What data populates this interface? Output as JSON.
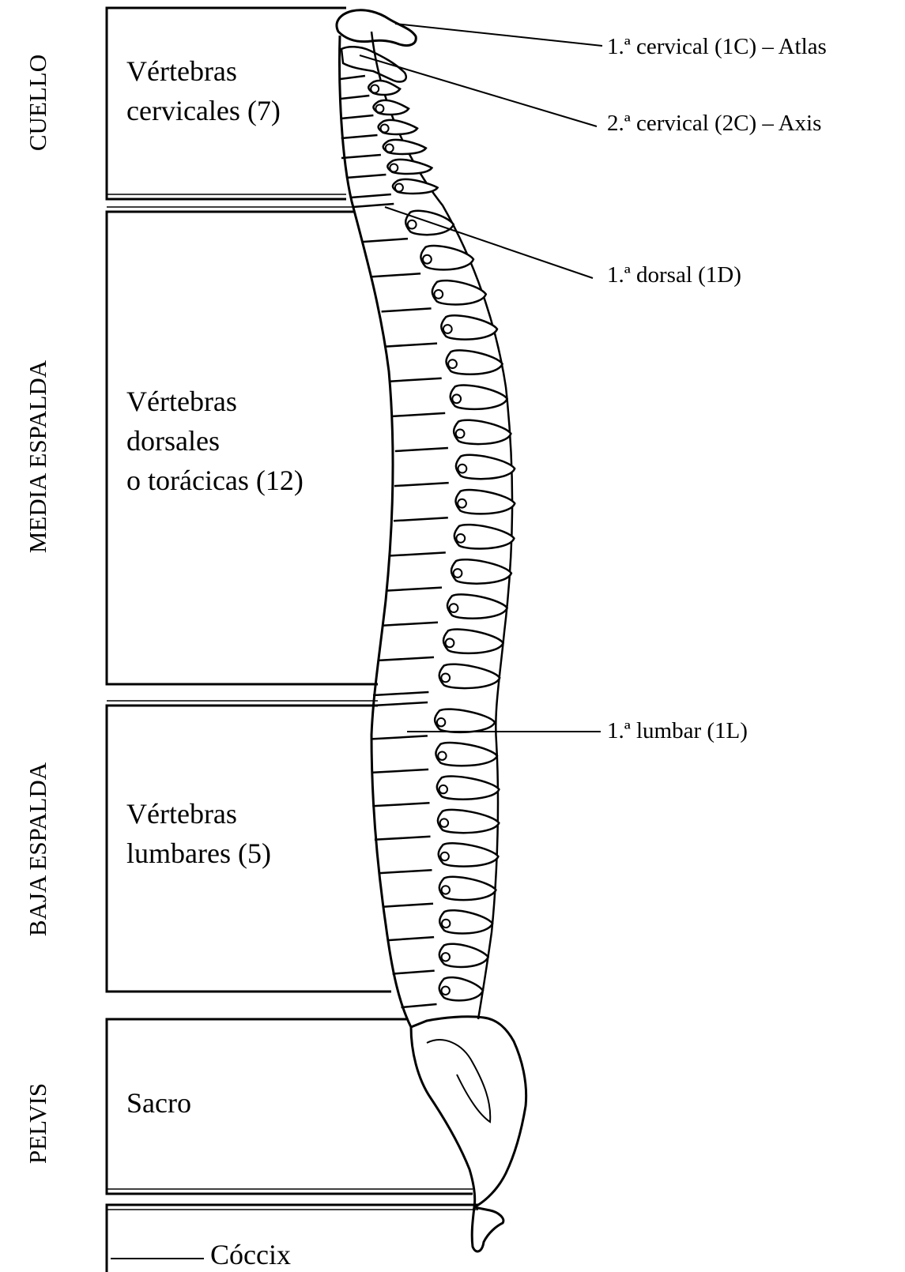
{
  "diagram": {
    "regions": [
      {
        "id": "neck",
        "label": "CUELLO"
      },
      {
        "id": "mid-back",
        "label": "MEDIA ESPALDA"
      },
      {
        "id": "low-back",
        "label": "BAJA ESPALDA"
      },
      {
        "id": "pelvis",
        "label": "PELVIS"
      }
    ],
    "boxes": {
      "cervical": {
        "lines": [
          "Vértebras",
          "cervicales (7)"
        ],
        "count": 7
      },
      "thoracic": {
        "lines": [
          "Vértebras",
          "dorsales",
          "o torácicas (12)"
        ],
        "count": 12
      },
      "lumbar": {
        "lines": [
          "Vértebras",
          "lumbares (5)"
        ],
        "count": 5
      },
      "sacrum": {
        "lines": [
          "Sacro"
        ]
      },
      "coccyx": {
        "lines": [
          "Cóccix"
        ]
      }
    },
    "callouts": {
      "atlas": "1.ª cervical (1C) – Atlas",
      "axis": "2.ª cervical (2C) – Axis",
      "first_dorsal": "1.ª dorsal (1D)",
      "first_lumbar": "1.ª lumbar (1L)"
    }
  }
}
